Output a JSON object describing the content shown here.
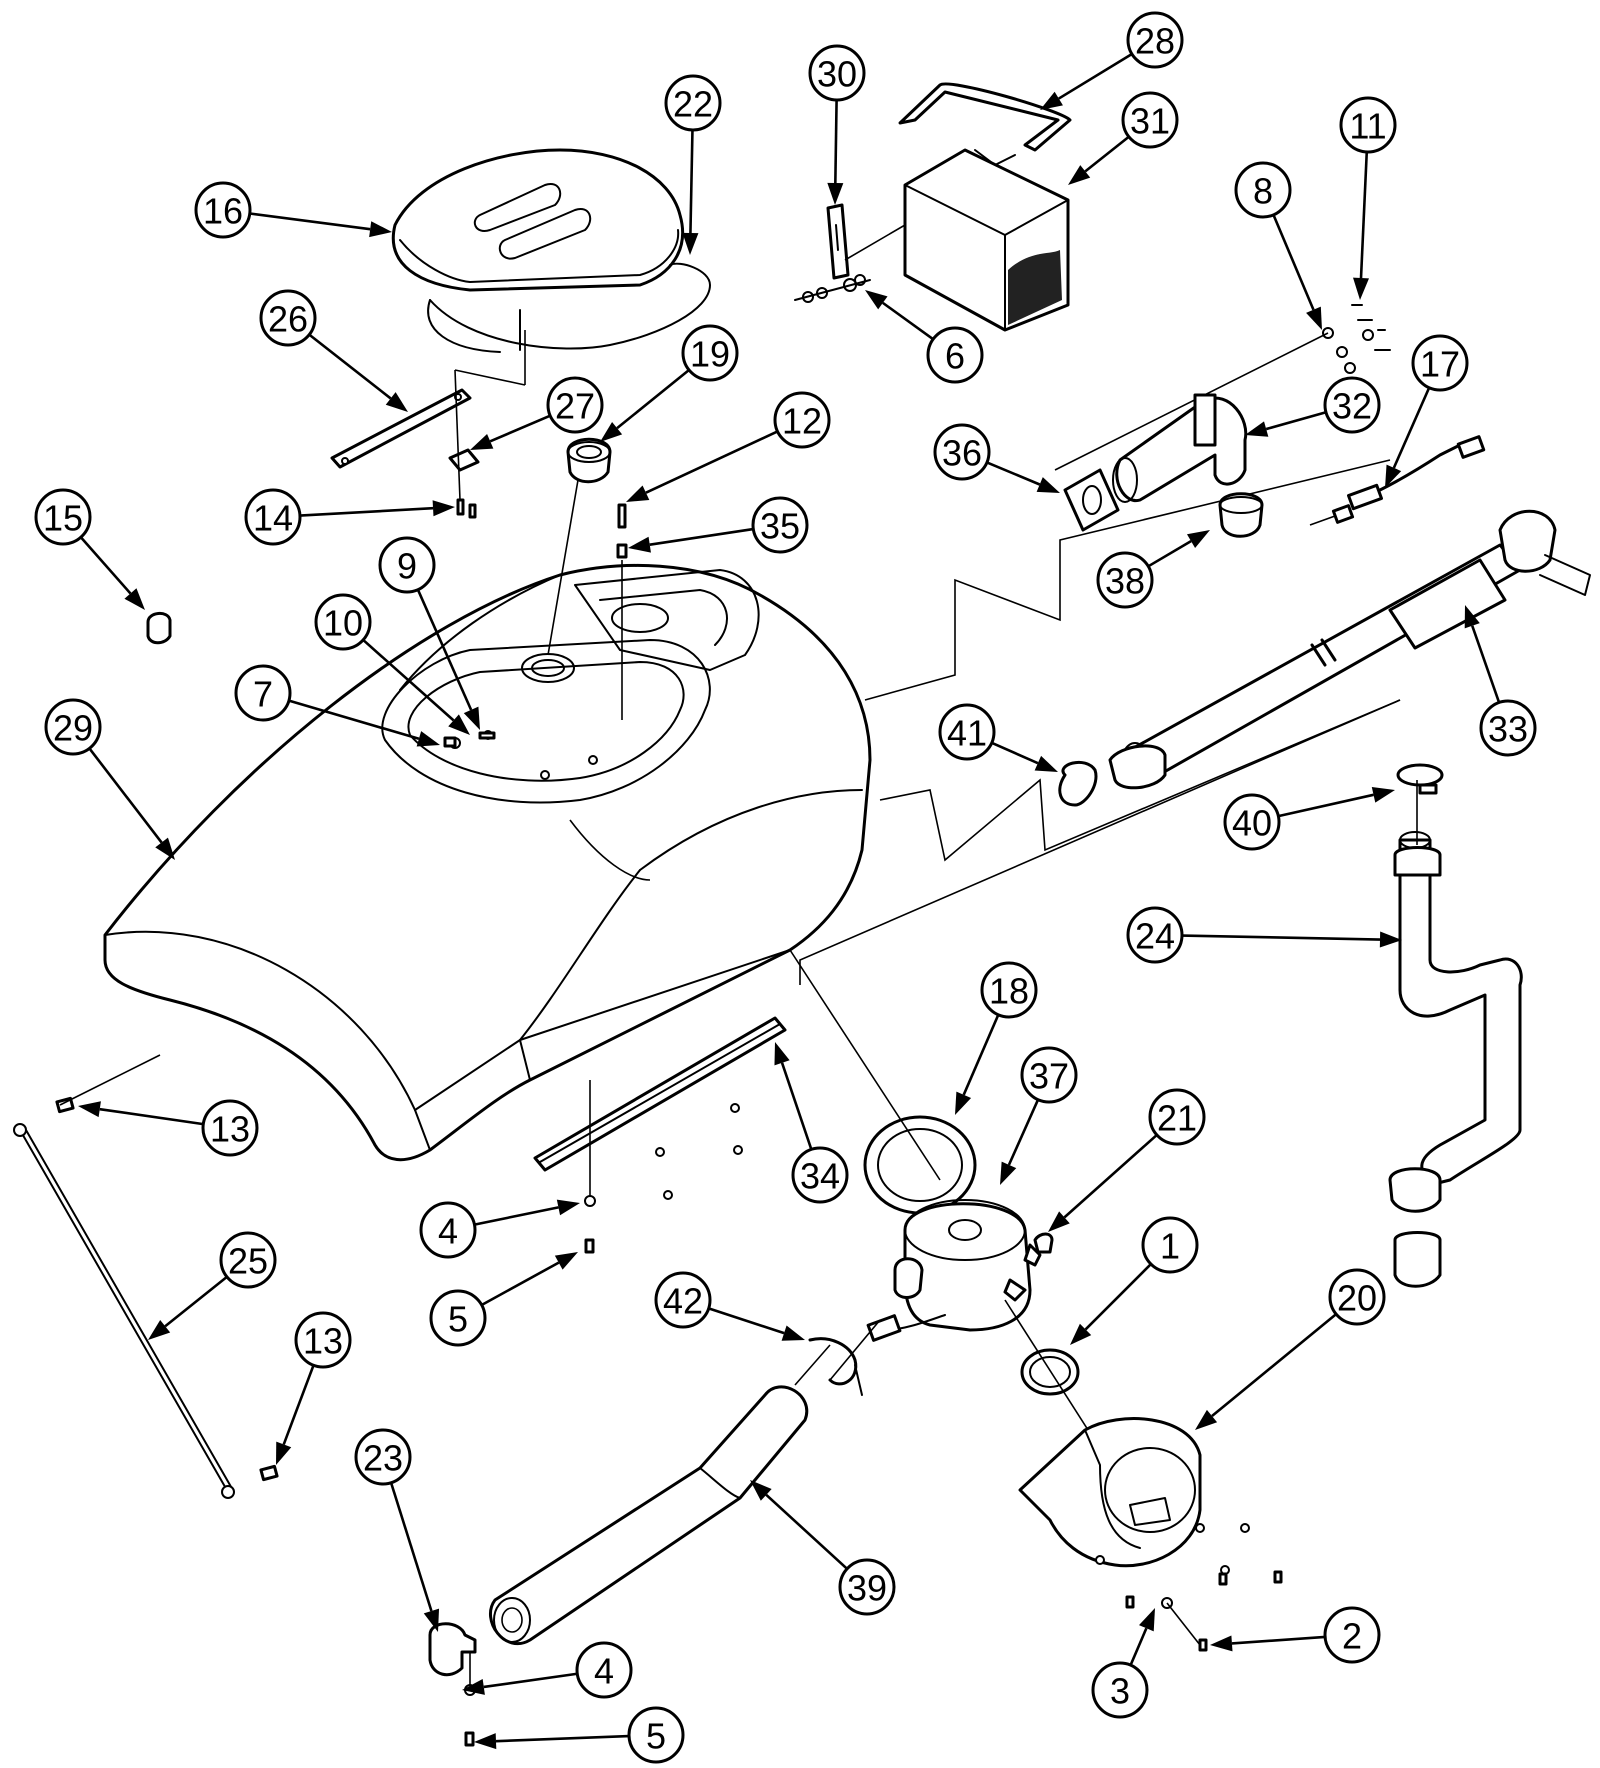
{
  "diagram": {
    "callouts": [
      "1",
      "2",
      "3",
      "4",
      "4",
      "5",
      "5",
      "6",
      "7",
      "8",
      "9",
      "10",
      "11",
      "12",
      "13",
      "13",
      "14",
      "15",
      "16",
      "17",
      "18",
      "19",
      "20",
      "21",
      "22",
      "23",
      "24",
      "25",
      "26",
      "27",
      "28",
      "29",
      "30",
      "31",
      "32",
      "33",
      "34",
      "35",
      "36",
      "37",
      "38",
      "39",
      "40",
      "41",
      "42"
    ]
  }
}
